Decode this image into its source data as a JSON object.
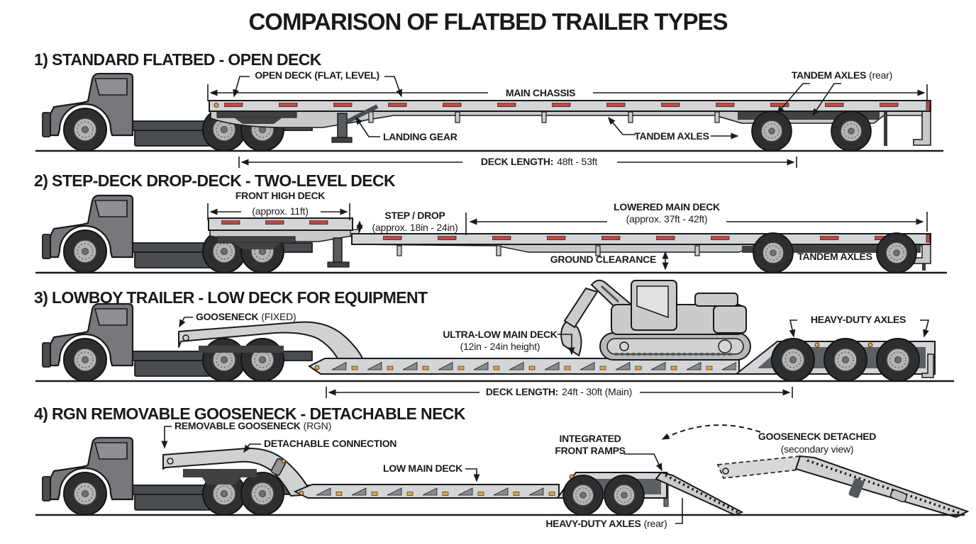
{
  "title": "COMPARISON OF FLATBED TRAILER TYPES",
  "s1": {
    "heading": "1) STANDARD FLATBED - OPEN DECK",
    "open_deck": "OPEN DECK (FLAT, LEVEL)",
    "main_chassis": "MAIN CHASSIS",
    "tandem_axles_rear_b": "TANDEM AXLES",
    "tandem_axles_rear_n": "(rear)",
    "landing_gear": "LANDING GEAR",
    "tandem_axles": "TANDEM AXLES",
    "deck_length_b": "DECK LENGTH:",
    "deck_length_n": "48ft - 53ft"
  },
  "s2": {
    "heading": "2) STEP-DECK DROP-DECK - TWO-LEVEL DECK",
    "front_high_deck": "FRONT HIGH DECK",
    "front_high_deck_v": "(approx. 11ft)",
    "step_drop": "STEP / DROP",
    "step_drop_v": "(approx. 18in - 24in)",
    "lowered_main_deck": "LOWERED MAIN DECK",
    "lowered_main_deck_v": "(approx. 37ft - 42ft)",
    "ground_clearance": "GROUND CLEARANCE",
    "tandem_axles": "TANDEM AXLES"
  },
  "s3": {
    "heading": "3) LOWBOY TRAILER - LOW DECK FOR EQUIPMENT",
    "gooseneck_b": "GOOSENECK",
    "gooseneck_n": "(FIXED)",
    "ultra_low": "ULTRA-LOW MAIN DECK",
    "ultra_low_v": "(12in - 24in height)",
    "heavy_axles": "HEAVY-DUTY AXLES",
    "deck_length_b": "DECK LENGTH:",
    "deck_length_n": "24ft - 30ft (Main)"
  },
  "s4": {
    "heading": "4) RGN REMOVABLE GOOSENECK - DETACHABLE NECK",
    "removable_b": "REMOVABLE GOOSENECK",
    "removable_n": "(RGN)",
    "detachable": "DETACHABLE CONNECTION",
    "low_main_deck": "LOW MAIN DECK",
    "ramps1": "INTEGRATED",
    "ramps2": "FRONT RAMPS",
    "detached_b": "GOOSENECK DETACHED",
    "detached_n": "(secondary view)",
    "heavy_axles_b": "HEAVY-DUTY AXLES",
    "heavy_axles_n": "(rear)"
  },
  "colors": {
    "ink": "#1a1a1a",
    "background": "#ffffff",
    "red_marker": "#bf4a46",
    "amber_marker": "#e2a23b",
    "deck_gray": "#d3d5d7",
    "deck_shade": "#c7c9cb",
    "cab_gray": "#76787b",
    "chassis_dark": "#4a4d4f"
  }
}
